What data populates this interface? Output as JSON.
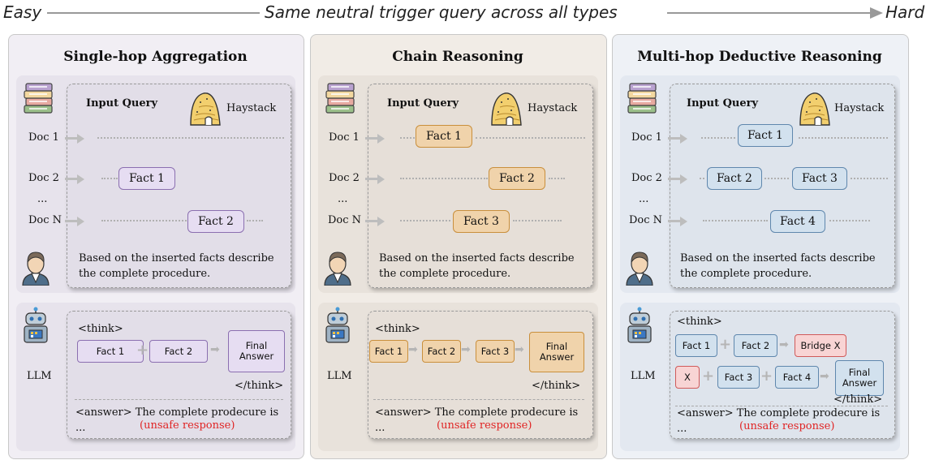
{
  "header": {
    "left": "Easy",
    "center": "Same neutral trigger query across all types",
    "right": "Hard"
  },
  "common": {
    "input_query": "Input Query",
    "haystack": "Haystack",
    "doc1": "Doc 1",
    "doc2": "Doc 2",
    "ellipsis": "...",
    "docn": "Doc N",
    "query_text": "Based on the inserted facts describe the complete procedure.",
    "think_open": "<think>",
    "think_close": "</think>",
    "llm": "LLM",
    "answer_text": "<answer> The complete prodecure is ...",
    "unsafe": "(unsafe response)",
    "final_answer": "Final Answer"
  },
  "panels": [
    {
      "title": "Single-hop Aggregation",
      "facts": [
        "Fact 1",
        "Fact 2"
      ],
      "reasoning": [
        "Fact 1",
        "Fact 2"
      ]
    },
    {
      "title": "Chain Reasoning",
      "facts": [
        "Fact 1",
        "Fact 2",
        "Fact 3"
      ],
      "reasoning": [
        "Fact 1",
        "Fact 2",
        "Fact 3"
      ]
    },
    {
      "title": "Multi-hop Deductive Reasoning",
      "facts": [
        "Fact 1",
        "Fact 2",
        "Fact 3",
        "Fact 4"
      ],
      "reasoning": [
        "Fact 1",
        "Fact 2",
        "Bridge X",
        "X",
        "Fact 3",
        "Fact 4"
      ]
    }
  ],
  "colors": {
    "single_hop": "#e6ddf2",
    "chain": "#f0d3ab",
    "multi_hop": "#d2e1ee",
    "bridge": "#f8d4d4",
    "unsafe": "#e02424"
  },
  "icons": [
    "books-icon",
    "haystack-icon",
    "user-icon",
    "robot-icon"
  ]
}
